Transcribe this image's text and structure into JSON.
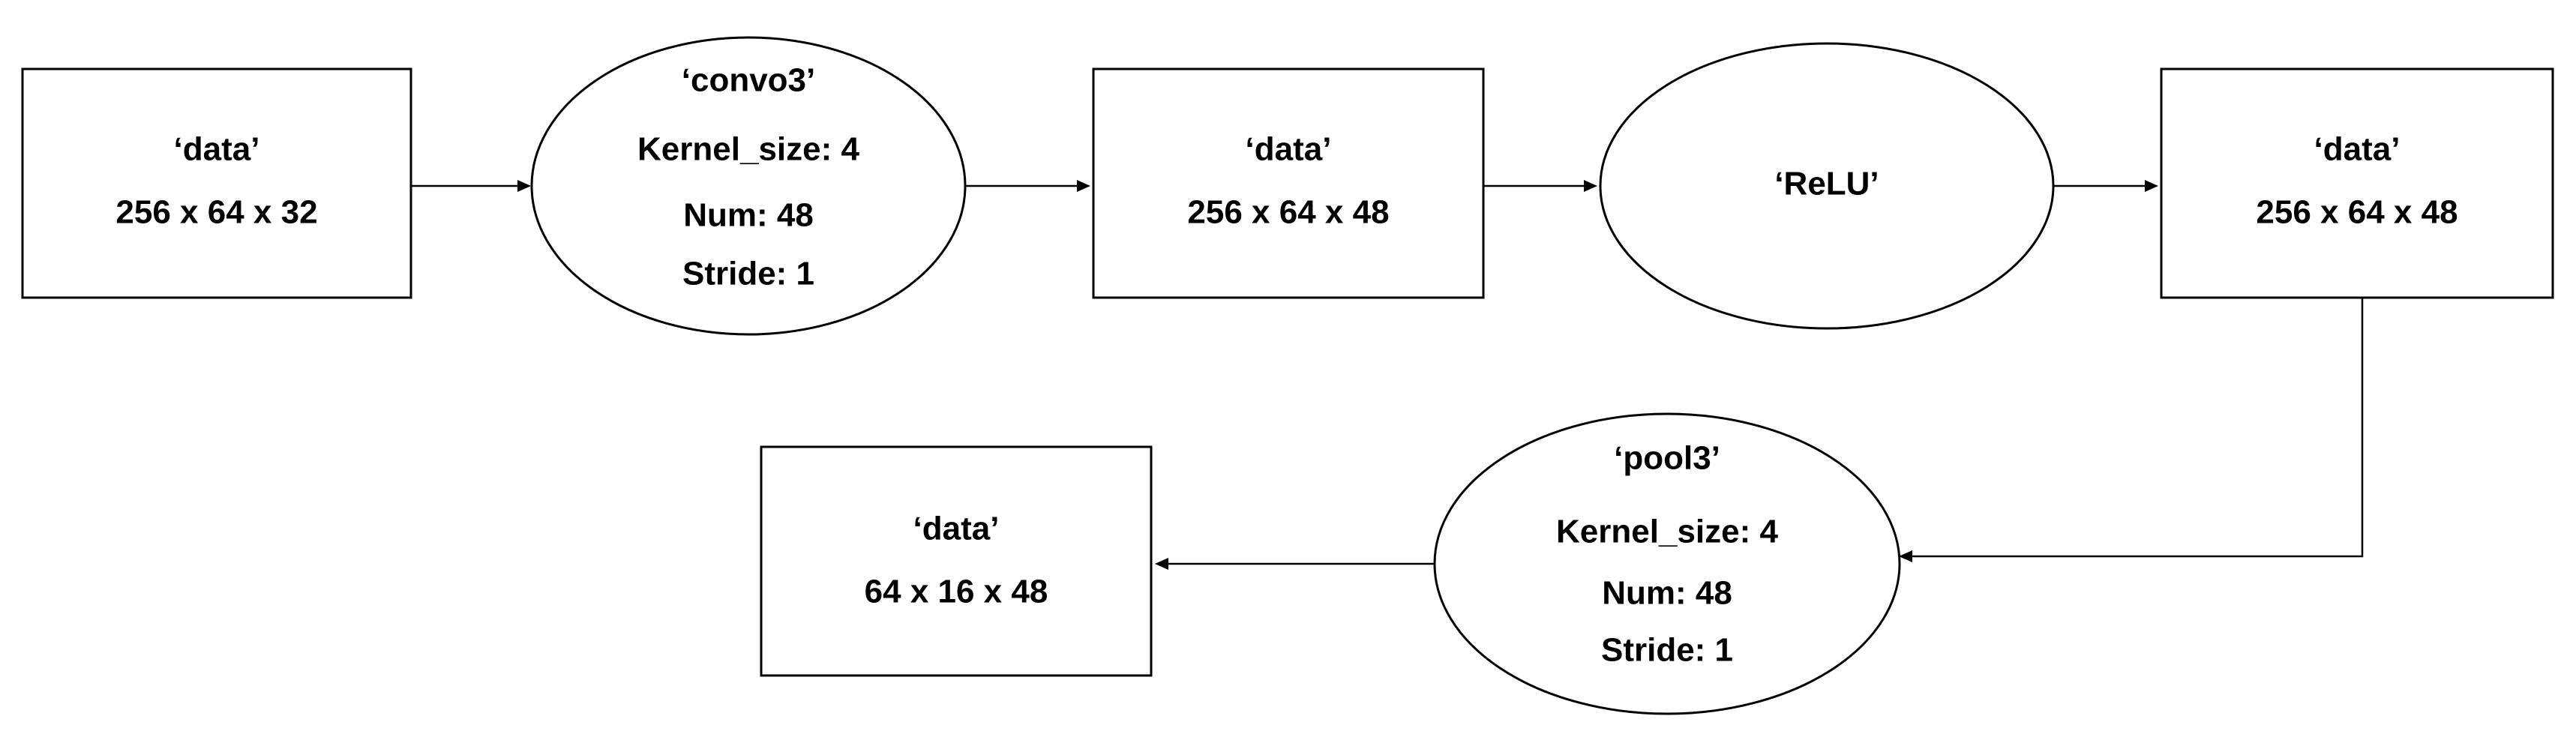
{
  "diagram": {
    "nodes": {
      "data_input": {
        "shape": "rectangle",
        "lines": [
          "‘data’",
          "256 x 64 x 32"
        ]
      },
      "convo3": {
        "shape": "ellipse",
        "lines": [
          "‘convo3’",
          "Kernel_size: 4",
          "Num: 48",
          "Stride: 1"
        ]
      },
      "data_conv_out": {
        "shape": "rectangle",
        "lines": [
          "‘data’",
          "256 x 64 x 48"
        ]
      },
      "relu": {
        "shape": "ellipse",
        "lines": [
          "‘ReLU’"
        ]
      },
      "data_relu_out": {
        "shape": "rectangle",
        "lines": [
          "‘data’",
          "256 x 64 x 48"
        ]
      },
      "pool3": {
        "shape": "ellipse",
        "lines": [
          "‘pool3’",
          "Kernel_size: 4",
          "Num: 48",
          "Stride: 1"
        ]
      },
      "data_output": {
        "shape": "rectangle",
        "lines": [
          "‘data’",
          "64 x 16 x 48"
        ]
      }
    },
    "edges": [
      {
        "from": "data_input",
        "to": "convo3"
      },
      {
        "from": "convo3",
        "to": "data_conv_out"
      },
      {
        "from": "data_conv_out",
        "to": "relu"
      },
      {
        "from": "relu",
        "to": "data_relu_out"
      },
      {
        "from": "data_relu_out",
        "to": "pool3"
      },
      {
        "from": "pool3",
        "to": "data_output"
      }
    ],
    "colors": {
      "stroke": "#000000",
      "fill": "#ffffff",
      "text": "#000000"
    }
  }
}
